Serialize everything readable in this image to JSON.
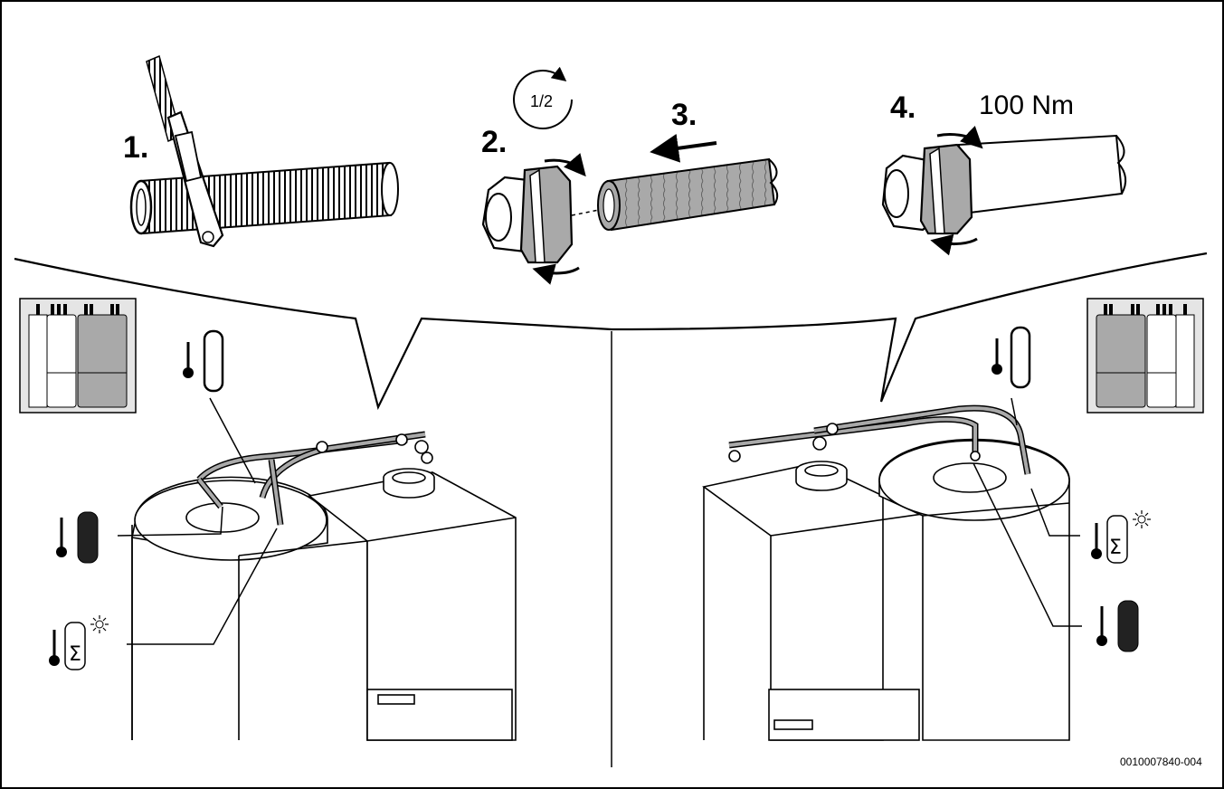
{
  "steps": {
    "step1": "1.",
    "step2": "2.",
    "step3": "3.",
    "step4": "4.",
    "turn_fraction": "1/2",
    "torque": "100 Nm"
  },
  "document_id": "0010007840-004",
  "colors": {
    "stroke": "#000000",
    "gray_fill": "#a9a9a9",
    "light_gray": "#d4d4d4",
    "dark_fill": "#222222"
  }
}
